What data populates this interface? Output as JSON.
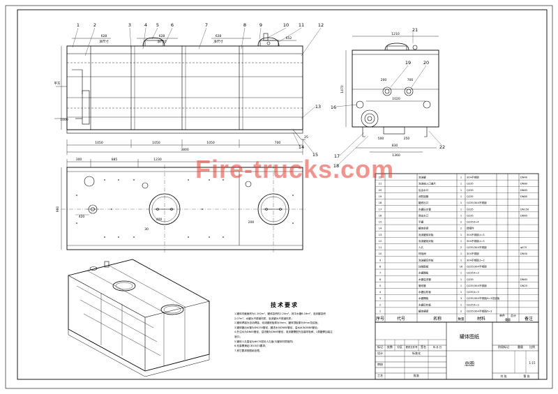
{
  "colors": {
    "line": "#000000",
    "watermark": "#e03c32",
    "paper": "#ffffff"
  },
  "watermark": "Fire-trucks.com",
  "balloons_front": [
    "1",
    "2",
    "3",
    "4",
    "5",
    "6",
    "7",
    "8",
    "9",
    "10",
    "11",
    "12"
  ],
  "balloons_front_side": [
    "13",
    "14",
    "15"
  ],
  "balloons_side": [
    "16",
    "17",
    "18",
    "19",
    "20",
    "21",
    "22"
  ],
  "front_dims": {
    "top_left": "628",
    "top_left_note": "净尺寸",
    "top_mid": "628",
    "top_mid_note": "净尺寸",
    "top_right": "628",
    "top_right_note": "净尺寸",
    "top_far_right": "652",
    "water_level": "平方",
    "left_height": "1000",
    "bottom_segments": [
      "1050",
      "1050",
      "1050",
      "700"
    ],
    "bottom_total": "3800",
    "right_small": "25"
  },
  "side_dims": {
    "top_width": "1210",
    "vert_height": "1470",
    "mid_width": "1020",
    "offset_a": "200",
    "offset_b": "700",
    "bottom_a": "830",
    "bottom_b": "1360",
    "small_a": "500",
    "small_b": "250"
  },
  "plan_dims": {
    "top_segments": [
      "300",
      "885",
      "1230"
    ],
    "left_height": "960",
    "left_small": "420",
    "inner_a": "400",
    "inner_b": "30",
    "inner_c": "200"
  },
  "notes": {
    "title": "技术要求",
    "items": [
      "1.罐体内截面积为1.192m²，罐体容积约2.24m³，其中水罐6.16m³，泡沫罐容积",
      "  2.07m³，水罐为不锈钢材质，泡沫罐为不锈钢材质；",
      "2.罐体焊接为自动焊接，泡沫罐底板厚为5mm，罐体顶板厚为5mm花纹板；",
      "3.罐体罐出水管为DN150管径，罐进水为DN80管径，溢水水为DN80管径；",
      "4.外注水为DN65管径，溢流管为DN65管径，泡沫罐需配外加装呼吸阀，1类罐需加装注",
      "  液口；",
      "5.罐体人孔直径为Φ470密封人孔盖(与罐体材质相同)",
      "6.安装需满足CB10/03要求；",
      "7.其它要求按图纸处理。"
    ]
  },
  "bom": {
    "rows": [
      {
        "no": "22",
        "name": "泡沫罐",
        "qty": "1",
        "mat": "304不锈钢",
        "note": "DN40"
      },
      {
        "no": "21",
        "name": "泡沫抽入口盖片",
        "qty": "1",
        "mat": "Q235",
        "note": "DN80"
      },
      {
        "no": "20",
        "name": "后出水口",
        "qty": "1",
        "mat": "Q235",
        "note": "DN65"
      },
      {
        "no": "19",
        "name": "消防抽管",
        "qty": "1",
        "mat": "Q235",
        "note": "DN80"
      },
      {
        "no": "18",
        "name": "罐底出口",
        "qty": "1",
        "mat": "Q235/304不锈钢",
        "note": ""
      },
      {
        "no": "17",
        "name": "水罐出水管",
        "qty": "1",
        "mat": "Q235",
        "note": "DN150"
      },
      {
        "no": "16",
        "name": "侧出水口",
        "qty": "1",
        "mat": "Q235",
        "note": "DN65"
      },
      {
        "no": "15",
        "name": "平罐",
        "qty": "2",
        "mat": "Q235/t=4",
        "note": ""
      },
      {
        "no": "14",
        "name": "罐体前梁",
        "qty": "2",
        "mat": "焊接件",
        "note": ""
      },
      {
        "no": "13",
        "name": "泡沫罐前封板",
        "qty": "1",
        "mat": "304不锈钢,t=3",
        "note": ""
      },
      {
        "no": "12",
        "name": "泡沫罐前封板",
        "qty": "1",
        "mat": "304不锈钢,t=3",
        "note": ""
      },
      {
        "no": "11",
        "name": "人孔",
        "qty": "2",
        "mat": "Q235/304不锈钢",
        "note": "φ470"
      },
      {
        "no": "10",
        "name": "呼吸阀",
        "qty": "1",
        "mat": "304不锈钢",
        "note": "DN50"
      },
      {
        "no": "9",
        "name": "泡沫罐后封板",
        "qty": "1",
        "mat": "304不锈钢,t=3",
        "note": ""
      },
      {
        "no": "8",
        "name": "加强筋板",
        "qty": "16",
        "mat": "Q235/304不锈钢",
        "note": ""
      },
      {
        "no": "7",
        "name": "水罐隔板",
        "qty": "1",
        "mat": "Q235/t=3",
        "note": ""
      },
      {
        "no": "6",
        "name": "水罐溢流管",
        "qty": "1",
        "mat": "Q235",
        "note": "DN65"
      },
      {
        "no": "5",
        "name": "管线管",
        "qty": "1",
        "mat": "Q235/304不锈钢",
        "note": "DN25"
      },
      {
        "no": "4",
        "name": "水罐后防板",
        "qty": "1",
        "mat": "Q235/t=3",
        "note": ""
      },
      {
        "no": "3",
        "name": "水罐隔板",
        "qty": "3",
        "mat": "Q235/304不锈钢/t=3花纹板",
        "note": ""
      },
      {
        "no": "2",
        "name": "水罐后封板",
        "qty": "1",
        "mat": "Q235/t=3",
        "note": ""
      },
      {
        "no": "1",
        "name": "罐体横梁",
        "qty": "2",
        "mat": "Q235/304不锈钢/t=3",
        "note": ""
      }
    ],
    "header": {
      "no": "序号",
      "code": "代号",
      "name": "名称",
      "qty": "数量",
      "mat": "材料",
      "unit": "单件",
      "total": "总计",
      "weight": "重量",
      "note": "备注"
    }
  },
  "title_block": {
    "drawing_name": "罐体图纸",
    "assembly": "总图",
    "rev_labels": [
      "标记",
      "处数",
      "分区",
      "更改文件号",
      "签名",
      "年.月.日"
    ],
    "role_design": "设计",
    "role_std": "标准化",
    "role_check": "审核",
    "role_process": "工艺",
    "role_approve": "批准",
    "stage_label": "阶段标记",
    "weight_label": "重量",
    "scale_label": "比例",
    "scale_value": "1:15",
    "sheet_total": "共  张",
    "sheet_no": "第  张"
  }
}
